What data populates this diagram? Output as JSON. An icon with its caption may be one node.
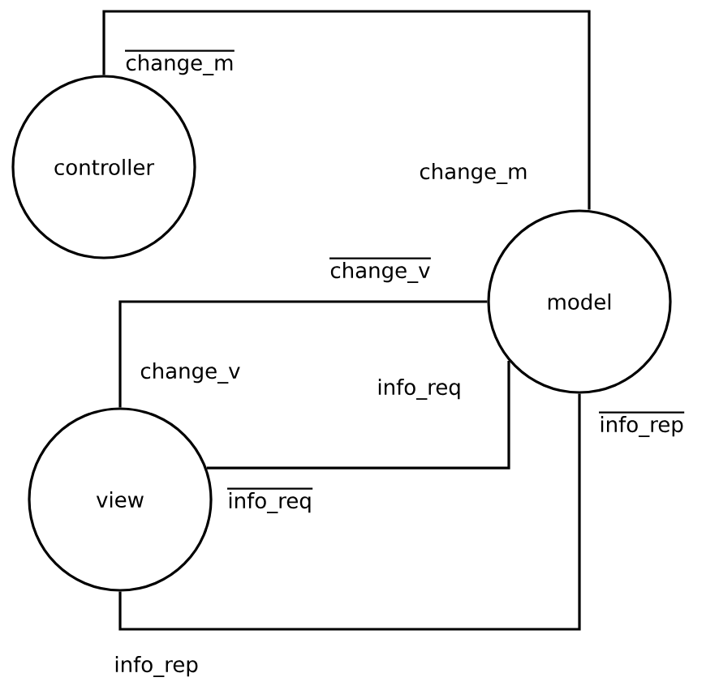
{
  "diagram": {
    "nodes": [
      {
        "text": [
          "controller"
        ]
      },
      {
        "text": [
          "model"
        ]
      },
      {
        "text": [
          "view"
        ]
      }
    ],
    "edges": [
      {
        "from": 0,
        "to": 1,
        "arrow": "none"
      },
      {
        "from": 1,
        "to": 2,
        "arrow": "none"
      },
      {
        "from": 2,
        "to": 1,
        "arrow": "none"
      },
      {
        "from": 1,
        "to": 2,
        "arrow": "none"
      }
    ],
    "labels": [
      "change_m",
      "change_m",
      "change_v",
      "change_v",
      "info_req",
      "info_rep",
      "info_req",
      "info_rep"
    ]
  }
}
